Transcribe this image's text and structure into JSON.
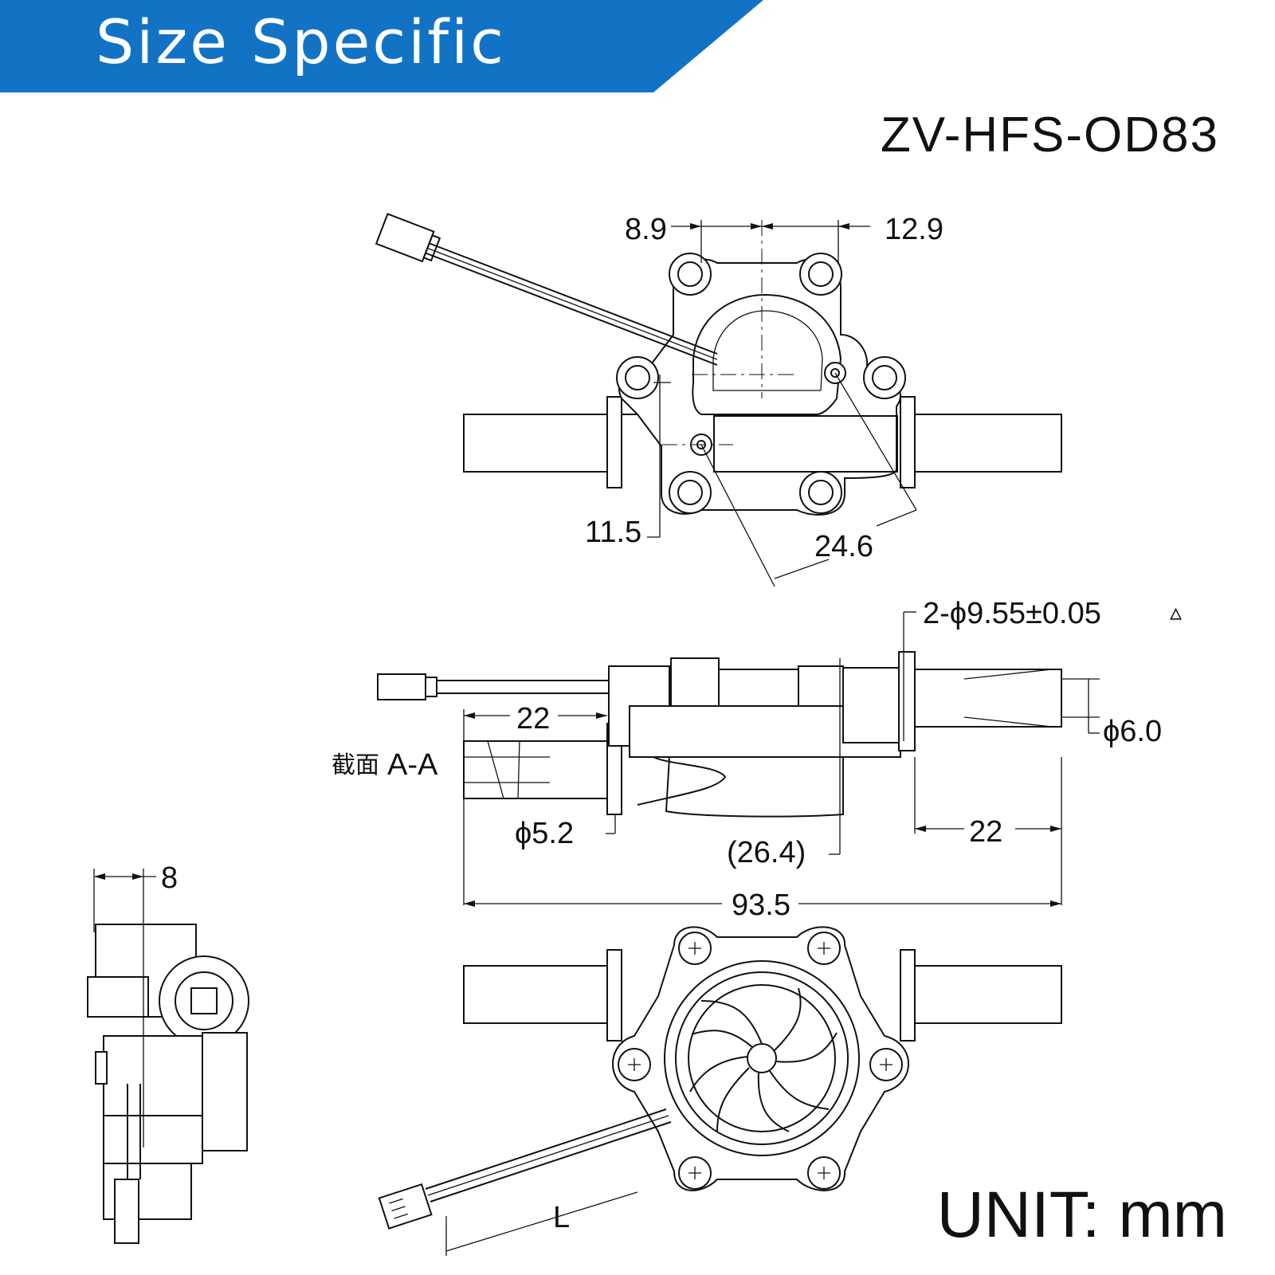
{
  "header": {
    "title": "Size Specific",
    "accent_color": "#1273c5"
  },
  "model_number": "ZV-HFS-OD83",
  "unit_label": "UNIT: mm",
  "dimensions": {
    "d_8_9": "8.9",
    "d_12_9": "12.9",
    "d_11_5": "11.5",
    "d_24_6": "24.6",
    "d_hole": "2-ϕ9.55±0.05",
    "d_22_left": "22",
    "d_6_0": "ϕ6.0",
    "section": "A-A",
    "section_cn": "截面",
    "d_5_2": "ϕ5.2",
    "d_26_4": "(26.4)",
    "d_22_right": "22",
    "d_93_5": "93.5",
    "d_8": "8",
    "d_L": "L"
  }
}
